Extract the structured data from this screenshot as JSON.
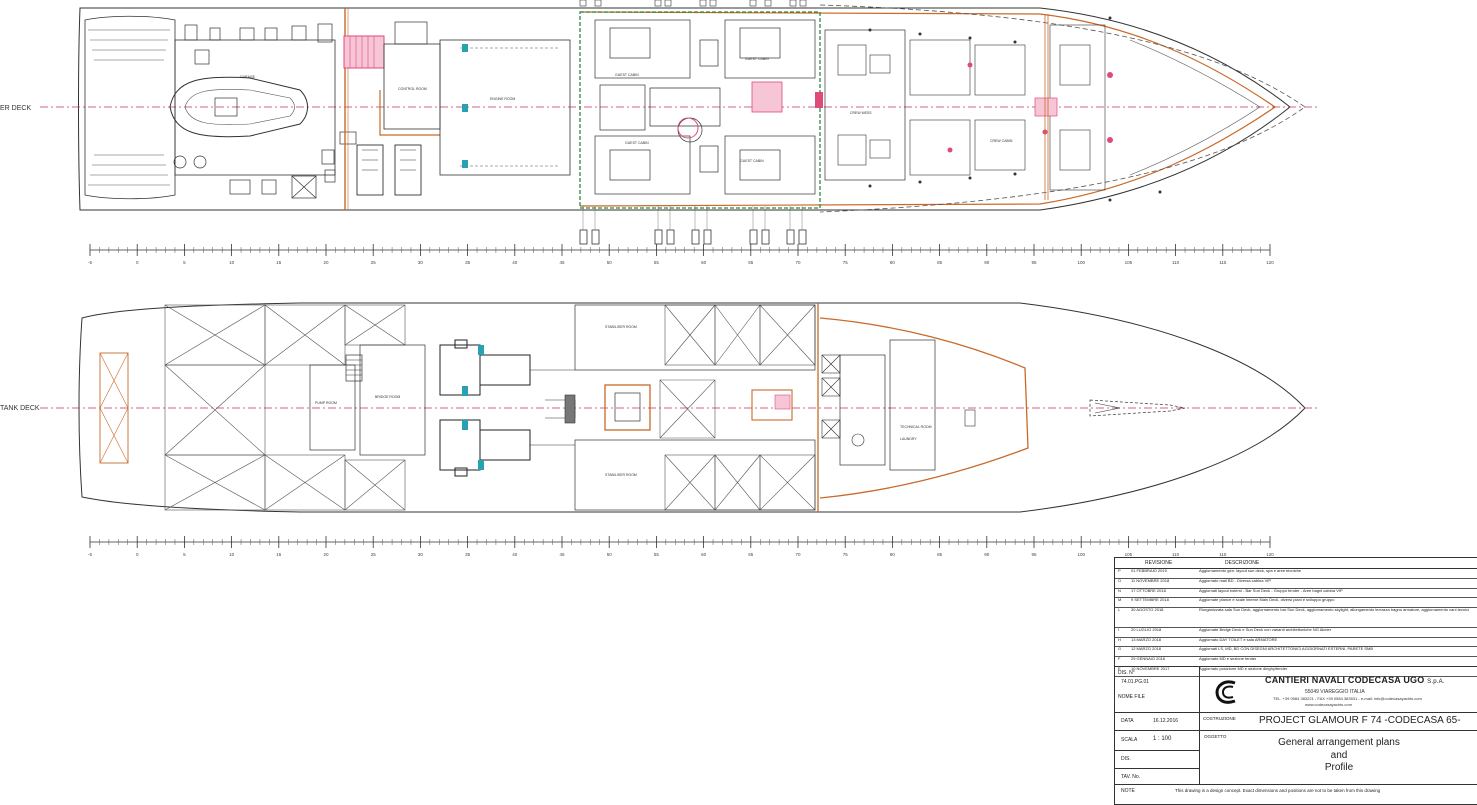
{
  "decks": {
    "upper_label": "ER DECK",
    "tank_label": "TANK DECK"
  },
  "rooms": {
    "garage": "GARAGE",
    "control_room": "CONTROL ROOM",
    "engine_room": "ENGINE ROOM",
    "guest_cabin_a": "GUEST CABIN",
    "guest_cabin_b": "GUEST CABIN",
    "guest_cabin_c": "GUEST CABIN",
    "guest_cabin_d": "GUEST CABIN",
    "crew_mess": "CREW MESS",
    "crew_cabin": "CREW CABIN",
    "pump_room": "PUMP ROOM",
    "bridge_room": "BRIDGE ROOM",
    "stabiliser_room_top": "STABILISER ROOM",
    "stabiliser_room_bottom": "STABILISER ROOM",
    "technical_room": "TECHNICAL ROOM",
    "laundry": "LAUNDRY"
  },
  "frame_scale": {
    "ticks": [
      "-5",
      "0",
      "5",
      "10",
      "15",
      "20",
      "25",
      "30",
      "35",
      "40",
      "45",
      "50",
      "55",
      "60",
      "65",
      "70",
      "75",
      "80",
      "85",
      "90",
      "95",
      "100",
      "105",
      "110",
      "115",
      "120"
    ]
  },
  "revisions": {
    "header": {
      "rev": "REVISIONE",
      "desc": "DESCRIZIONE"
    },
    "rows": [
      {
        "letter": "P",
        "date": "01 FEBBRAIO 2019",
        "desc": "Aggiornamento gen. layout sun deck, spa e aree tecniche"
      },
      {
        "letter": "O",
        "date": "11 NOVEMBRE 2018",
        "desc": "Aggiornato mail BD - Diversa cabina VIP"
      },
      {
        "letter": "N",
        "date": "17 OTTOBRE 2018",
        "desc": "Aggiornati layout esterni - Bar Sun Deck - Gruppo tender - Aree bagni cabina VIP"
      },
      {
        "letter": "M",
        "date": "9 SETTEMBRE 2018",
        "desc": "Aggiornate plance e scale interne Main Deck, diversi piani e sviluppo gruppo"
      },
      {
        "letter": "L",
        "date": "30 AGOSTO 2018",
        "desc": "Riorganizzata sala Sun Deck, aggiornamento bar Sun Deck, aggiornamento skylight, allungamento terrazza bagno armatore, aggiornamento vani tecnici"
      },
      {
        "letter": "I",
        "date": "20 LUGLIO 2018",
        "desc": "Aggiornate Bridge Deck e Sun Deck con varianti architettoniche NG Akeier"
      },
      {
        "letter": "H",
        "date": "13 MARZO 2018",
        "desc": "Aggiornato DAY TOILET e sala ARMATORE"
      },
      {
        "letter": "G",
        "date": "12 MARZO 2018",
        "desc": "Aggiornati LS, MD, BD CON DISEGNI ARCHITETTONICI AGGIORNATI ESTERNI, PARETE SMB"
      },
      {
        "letter": "F",
        "date": "29 GENNAIO 2018",
        "desc": "Aggiornato MD e sezione tender"
      },
      {
        "letter": "E",
        "date": "10 NOVEMBRE 2017",
        "desc": "Aggiornato posizione MD e sezione dinghy/tender"
      }
    ]
  },
  "titleblock": {
    "drawing_no_label": "DIS. N°",
    "drawing_no": "74.01.PG.01",
    "file_label": "NOME FILE",
    "company": "CANTIERI NAVALI CODECASA  UGO",
    "company_suffix": "S.p.A.",
    "address": "55049 VIAREGGIO  ITALIA",
    "contacts": "TEL. +39 0584 383221 - FAX +39 0584 383531 - e-mail: info@codecasayachts.com",
    "website": "www.codecasayachts.com",
    "date_label": "DATA",
    "date": "16.12.2016",
    "construction_label": "COSTRUZIONE",
    "project": "PROJECT GLAMOUR   F 74  -CODECASA 65-",
    "scale_label": "SCALA",
    "scale": "1 : 100",
    "subject_label": "OGGETTO",
    "subject_line1": "General arrangement plans",
    "subject_line2": "and",
    "subject_line3": "Profile",
    "dis_label": "DIS.",
    "tav_label": "TAV. No.",
    "note_label": "NOTE",
    "note_text": "This drawing is a design concept. Exact dimensions and positions are not to be taken from this drawing"
  },
  "colors": {
    "line": "#333333",
    "hull_accent": "#c86a2a",
    "stairs": "#e04a7a",
    "green_zone": "#2e8b3e",
    "teal_fixture": "#2aa0b4",
    "centerline": "#c0306a"
  }
}
